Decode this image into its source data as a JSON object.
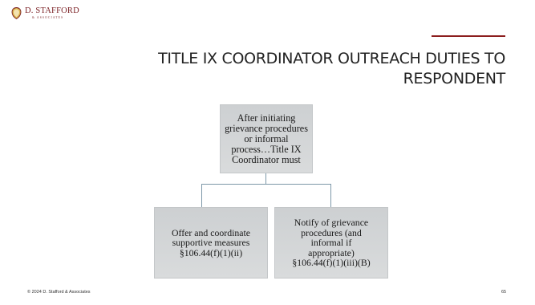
{
  "logo": {
    "name": "D. STAFFORD",
    "subtitle": "& ASSOCIATES"
  },
  "title": {
    "line1": "TITLE IX COORDINATOR OUTREACH DUTIES TO",
    "line2": "RESPONDENT"
  },
  "diagram": {
    "top_box": [
      "After initiating",
      "grievance procedures",
      "or informal",
      "process…Title IX",
      "Coordinator must"
    ],
    "left_box": [
      "Offer and coordinate",
      "supportive measures",
      "§106.44(f)(1)(ii)"
    ],
    "right_box": [
      "Notify of grievance",
      "procedures (and",
      "informal if",
      "appropriate)",
      "§106.44(f)(1)(iii)(B)"
    ]
  },
  "footer": {
    "copyright": "© 2024 D. Stafford & Associates",
    "page_number": "65"
  },
  "colors": {
    "brand": "#7a1f23",
    "accent_line": "#8c1d1d",
    "box_fill": "#d3d5d7",
    "connector": "#7d98a8"
  }
}
